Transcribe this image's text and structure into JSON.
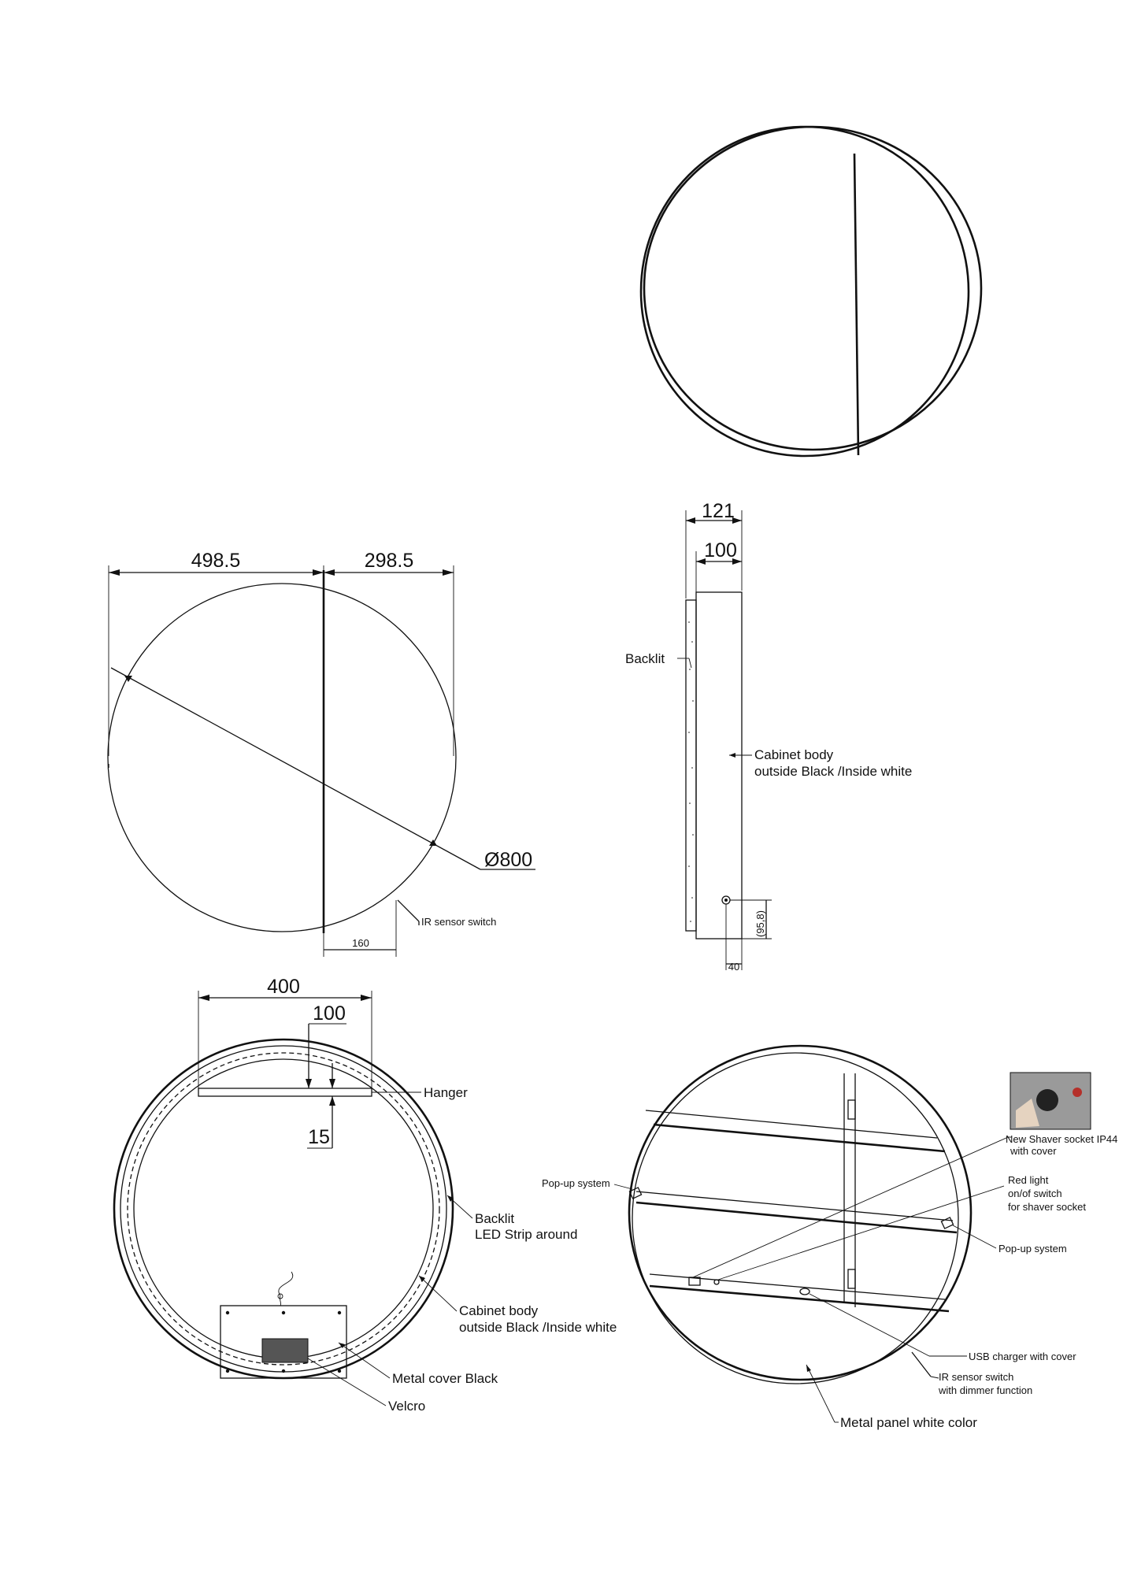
{
  "front_view": {
    "dim_left": "498.5",
    "dim_right": "298.5",
    "diameter": "Ø800",
    "ir_sensor": "IR sensor switch",
    "offset": "160"
  },
  "side_view": {
    "depth_total": "121",
    "depth_body": "100",
    "backlit": "Backlit",
    "body_line1": "Cabinet body",
    "body_line2": "outside Black /Inside white",
    "switch_height": "(95,8)",
    "switch_offset": "40"
  },
  "back_view": {
    "hanger_width": "400",
    "hanger_offset": "100",
    "hanger_height": "15",
    "hanger": "Hanger",
    "backlit_line1": "Backlit",
    "backlit_line2": "LED Strip around",
    "body_line1": "Cabinet body",
    "body_line2": "outside Black /Inside white",
    "metal_cover": "Metal cover Black",
    "velcro": "Velcro"
  },
  "interior_view": {
    "shaver_line1": "New Shaver socket IP44",
    "shaver_line2": "with cover",
    "red_line1": "Red light",
    "red_line2": "on/of switch",
    "red_line3": "for shaver socket",
    "popup_left": "Pop-up system",
    "popup_right": "Pop-up system",
    "usb": "USB charger with cover",
    "ir_line1": "IR sensor switch",
    "ir_line2": "with dimmer function",
    "metal_panel": "Metal panel white color"
  }
}
